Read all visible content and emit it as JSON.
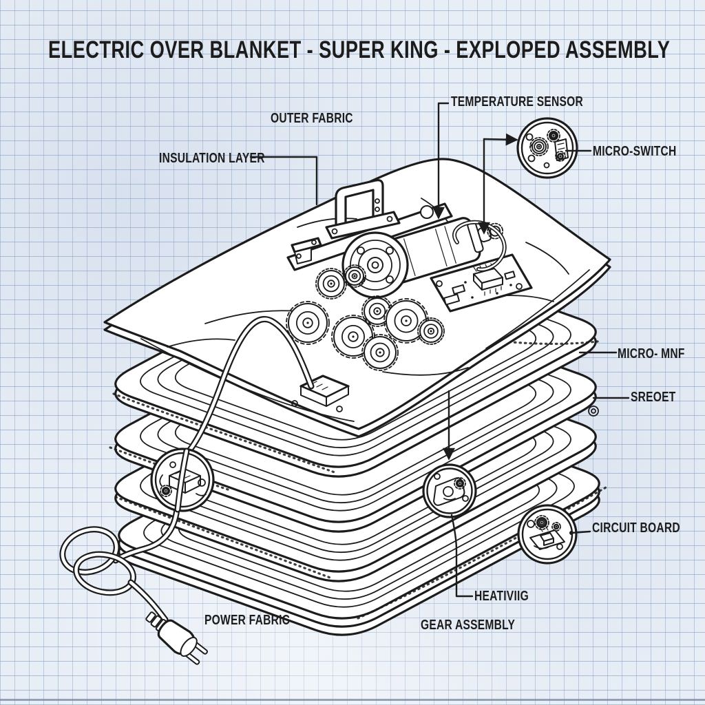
{
  "title": "ELECTRIC OVER BLANKET - SUPER KING - EXPLOPED ASSEMBLY",
  "labels": {
    "outer_fabric": "OUTER FABRIC",
    "temperature_sensor": "TEMPERATURE SENSOR",
    "insulation_layer": "INSULATION LAYER",
    "micro_switch": "MICRO-SWITCH",
    "micro_mnf": "MICRO- MNF",
    "sreoet": "SREOET",
    "circuit_board": "CIRCUIT BOARD",
    "heating": "HEATIVIIG",
    "power_fabric": "POWER FABRIC",
    "gear_assembly": "GEAR ASSEMBLY"
  },
  "style": {
    "background_color": "#e8eef6",
    "grid_line_color": "#9db4d4",
    "ink_color": "#1c1c1c",
    "paper_color": "#ffffff",
    "border_line_color": "#76879f"
  },
  "diagram": {
    "type": "blueprint-exploded-assembly",
    "subject": "electric over blanket, super king size",
    "layer_count": 5,
    "callout_count": 4
  }
}
